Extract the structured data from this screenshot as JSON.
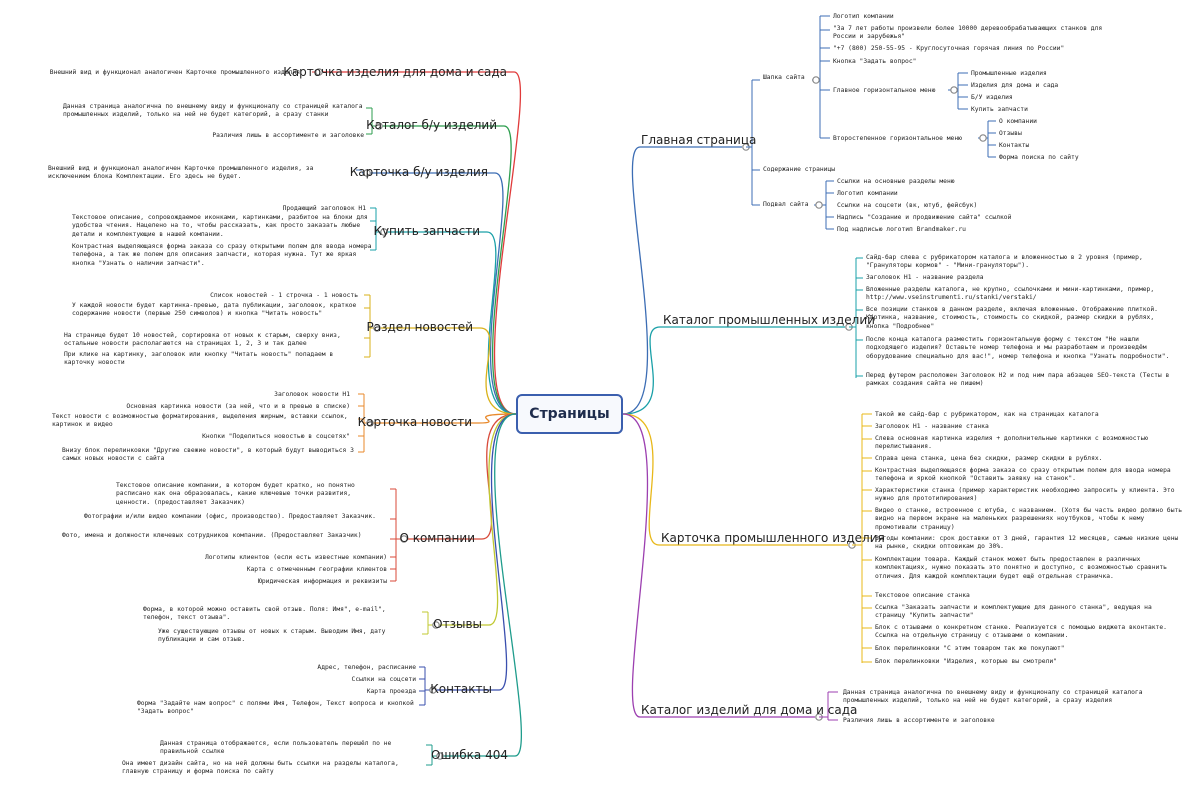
{
  "root": "Страницы",
  "left_branches": [
    {
      "id": "l1",
      "label": "Карточка изделия для дома и сада",
      "color": "#e03b3b",
      "leaves": [
        "Внешний вид и функционал аналогичен Карточке промышленного изделия"
      ]
    },
    {
      "id": "l2",
      "label": "Каталог б/у изделий",
      "color": "#2e9e4f",
      "leaves": [
        "Данная страница аналогична по внешнему виду и функционалу со страницей каталога промышленных изделий, только на ней не будет категорий, а сразу станки",
        "Различия лишь в ассортименте и заголовке"
      ]
    },
    {
      "id": "l3",
      "label": "Карточка б/у изделия",
      "color": "#3c6db4",
      "leaves": [
        "Внешний вид и функционал аналогичен Карточке промышленного изделия, за исключением блока Комплектации. Его здесь не будет."
      ]
    },
    {
      "id": "l4",
      "label": "Купить запчасти",
      "color": "#1aa0a8",
      "leaves": [
        "Продающий заголовок H1",
        "Текстовое описание, сопровождаемое иконками, картинками, разбитое на блоки для удобства чтения. Нацелено на то, чтобы рассказать, как просто заказать любые детали и комплектующие в нашей компании.",
        "Контрастная выделяющаяся форма заказа со сразу открытыми полем для ввода номера телефона, а так же полем для описания запчасти, которая нужна. Тут же яркая кнопка \"Узнать о наличии запчасти\"."
      ]
    },
    {
      "id": "l5",
      "label": "Раздел новостей",
      "color": "#d9b21a",
      "leaves": [
        "Список новостей - 1 строчка - 1 новость",
        "У каждой новости будет картинка-превью, дата публикации, заголовок, краткое содержание новости (первые 250 символов) и кнопка \"Читать новость\"",
        "На странице будет 10 новостей, сортировка от новых к старым, сверху вниз, остальные новости располагаются на страницах 1, 2, 3 и так далее",
        "При клике на картинку, заголовок или кнопку \"Читать новость\" попадаем в карточку новости"
      ]
    },
    {
      "id": "l6",
      "label": "Карточка новости",
      "color": "#e8892b",
      "leaves": [
        "Заголовок новости H1",
        "Основная картинка новости (за ней, что и в превью в списке)",
        "Текст новости с возможностью форматирования, выделения жирным, вставки ссылок, картинок и видео",
        "Кнопки \"Поделиться новостью в соцсетях\"",
        "Внизу блок перелинковки \"Другие свежие новости\", в который будут выводиться 3 самых новых новости с сайта"
      ]
    },
    {
      "id": "l7",
      "label": "О компании",
      "color": "#d84a3a",
      "leaves": [
        "Текстовое описание компании, в котором будет кратко, но понятно расписано как она образовалась, какие ключевые точки развития, ценности. (предоставляет Заказчик)",
        "Фотографии и/или видео компании (офис, производство). Предоставляет Заказчик.",
        "Фото, имена и должности ключевых сотрудников компании. (Предоставляет Заказчик)",
        "Логотипы клиентов (если есть известные компании)",
        "Карта с отмеченным географии клиентов",
        "Юридическая информация и реквизиты"
      ]
    },
    {
      "id": "l8",
      "label": "Отзывы",
      "color": "#c0c832",
      "leaves": [
        "Форма, в которой можно оставить свой отзыв. Поля: Имя\", e-mail\", телефон, текст отзыва\".",
        "Уже существующие отзывы от новых к старым. Выводим Имя, дату публикации и сам отзыв."
      ]
    },
    {
      "id": "l9",
      "label": "Контакты",
      "color": "#3a4fae",
      "leaves": [
        "Адрес, телефон, расписание",
        "Ссылки на соцсети",
        "Карта проезда",
        "Форма \"Задайте нам вопрос\" с полями Имя, Телефон, Текст вопроса и кнопкой \"Задать вопрос\""
      ]
    },
    {
      "id": "l10",
      "label": "Ошибка 404",
      "color": "#1f9c8c",
      "leaves": [
        "Данная страница отображается, если пользователь перешёл по не правильной ссылке",
        "Она имеет дизайн сайта, но на ней должны быть ссылки на разделы каталога, главную страницу и форма поиска по сайту"
      ]
    }
  ],
  "right_branches": [
    {
      "id": "r1",
      "label": "Главная страница",
      "color": "#3c6db4",
      "groups": [
        {
          "label": "Шапка сайта",
          "items": [
            {
              "text": "Логотип компании"
            },
            {
              "text": "\"За 7 лет работы произвели более 10000 деревообрабатывающих станков для России и зарубежья\""
            },
            {
              "text": "\"+7 (800) 250-55-95 - Круглосуточная горячая линия по России\""
            },
            {
              "text": "Кнопка \"Задать вопрос\""
            },
            {
              "text": "Главное горизонтальное меню",
              "sub": [
                "Промышленные изделия",
                "Изделия для дома и сада",
                "Б/У изделия",
                "Купить запчасти"
              ]
            },
            {
              "text": "Второстепенное горизонтальное меню",
              "sub": [
                "О компании",
                "Отзывы",
                "Контакты",
                "Форма поиска по сайту"
              ]
            }
          ]
        },
        {
          "label": "Содержание страницы",
          "items": []
        },
        {
          "label": "Подвал сайта",
          "items": [
            {
              "text": "Ссылки на основные разделы меню"
            },
            {
              "text": "Логотип компании"
            },
            {
              "text": "Ссылки на соцсети (вк, ютуб, фейсбук)"
            },
            {
              "text": "Надпись \"Создание и продвижение сайта\" ссылкой"
            },
            {
              "text": "Под надписью логотип Brandmaker.ru"
            }
          ]
        }
      ]
    },
    {
      "id": "r2",
      "label": "Каталог промышленных изделий",
      "color": "#1aa0a8",
      "leaves": [
        "Сайд-бар слева с рубрикатором каталога и вложенностью в 2 уровня (пример, \"Грануляторы кормов\" - \"Мини-грануляторы\").",
        "Заголовок H1 - название раздела",
        "Вложенные разделы каталога, не крупно, ссылочками и мини-картинками, пример, http://www.vseinstrumenti.ru/stanki/verstaki/",
        "Все позиции станков в данном разделе, включая вложенные. Отображение плиткой. Картинка, название, стоимость, стоимость со скидкой, размер скидки в рублях, кнопка \"Подробнее\"",
        "После конца каталога разместить горизонтальную форму с текстом \"Не нашли подходящего изделия? Оставьте номер телефона и мы разработаем и произведём оборудование специально для вас!\", номер телефона и кнопка \"Узнать подробности\".",
        "Перед футером расположен Заголовок H2 и под ним пара абзацев SEO-текста (Тесты в рамках создания сайта не пишем)"
      ]
    },
    {
      "id": "r3",
      "label": "Карточка промышленного изделия",
      "color": "#e8b81a",
      "leaves": [
        "Такой же сайд-бар с рубрикатором, как на страницах каталога",
        "Заголовок H1 - название станка",
        "Слева основная картинка изделия + дополнительные картинки с возможностью перелистывания.",
        "Справа цена станка, цена без скидки, размер скидки в рублях.",
        "Контрастная выделяющаяся форма заказа со сразу открытым полем для ввода номера телефона и яркой кнопкой \"Оставить заявку на станок\".",
        "Характеристики станка (пример характеристик необходимо запросить у клиента. Это нужно для прототипирования)",
        "Видео о станке, встроенное с ютуба, с названием. (Хотя бы часть видео должно быть видно на первом экране на маленьких разрешениях ноутбуков, чтобы к нему промотивали страницу)",
        "Выгоды компании: срок доставки от 3 дней, гарантия 12 месяцев, самые низкие цены на рынке, скидки оптовикам до 30%.",
        "Комплектации товара. Каждый станок может быть предоставлен в различных комплектациях, нужно показать это понятно и доступно, с возможностью сравнить отличия. Для каждой комплектации будет ещё отдельная страничка.",
        "Текстовое описание станка",
        "Ссылка \"Заказать запчасти и комплектующие для данного станка\", ведущая на страницу \"Купить запчасти\"",
        "Блок с отзывами о конкретном станке. Реализуется с помощью виджета вконтакте. Ссылка на отдельную страницу с отзывами о компании.",
        "Блок перелинковки \"С этим товаром так же покупают\"",
        "Блок перелинковки \"Изделия, которые вы смотрели\""
      ]
    },
    {
      "id": "r4",
      "label": "Каталог изделий для дома и сада",
      "color": "#9c3fb0",
      "leaves": [
        "Данная страница аналогична по внешнему виду и функционалу со страницей каталога промышленных изделий, только на ней не будет категорий, а сразу изделия",
        "Различия лишь в ассортименте и заголовке"
      ]
    }
  ]
}
